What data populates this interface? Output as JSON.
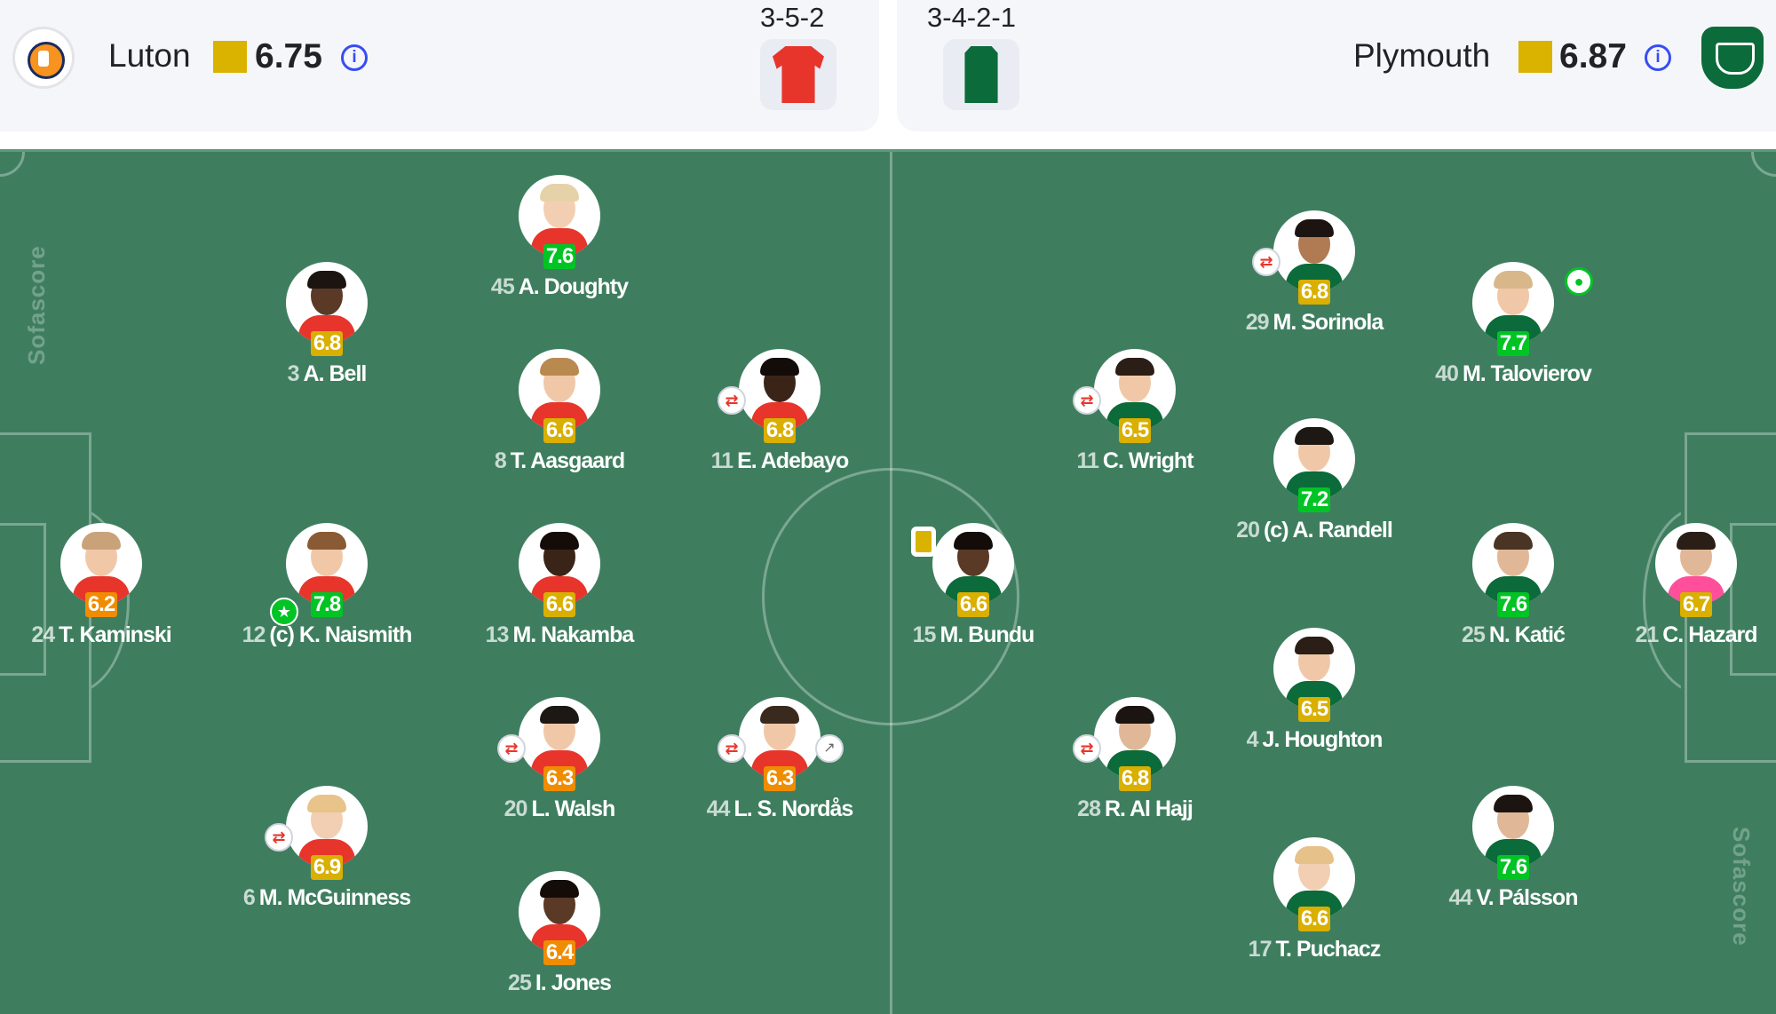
{
  "home": {
    "name": "Luton",
    "rating": "6.75",
    "formation": "3-5-2",
    "rating_color": "#d9b300",
    "kit_color": "#e8352c"
  },
  "away": {
    "name": "Plymouth",
    "rating": "6.87",
    "formation": "3-4-2-1",
    "rating_color": "#d9b300",
    "kit_color": "#0b6b3a"
  },
  "info_icon_glyph": "i",
  "watermark": "Sofascore",
  "colors": {
    "pitch": "#3e7e5f",
    "rating_green": "#00c424",
    "rating_yellow": "#d9af00",
    "rating_orange": "#f08c00"
  },
  "players": [
    {
      "team": "home",
      "number": "24",
      "name": "T. Kaminski",
      "rating": "6.2",
      "band": "orange"
    },
    {
      "team": "home",
      "number": "3",
      "name": "A. Bell",
      "rating": "6.8",
      "band": "yellow"
    },
    {
      "team": "home",
      "number": "12",
      "name": "(c) K. Naismith",
      "rating": "7.8",
      "band": "green",
      "badge": "player-of-match"
    },
    {
      "team": "home",
      "number": "6",
      "name": "M. McGuinness",
      "rating": "6.9",
      "band": "yellow",
      "badge": "substituted"
    },
    {
      "team": "home",
      "number": "45",
      "name": "A. Doughty",
      "rating": "7.6",
      "band": "green"
    },
    {
      "team": "home",
      "number": "8",
      "name": "T. Aasgaard",
      "rating": "6.6",
      "band": "yellow"
    },
    {
      "team": "home",
      "number": "13",
      "name": "M. Nakamba",
      "rating": "6.6",
      "band": "yellow"
    },
    {
      "team": "home",
      "number": "20",
      "name": "L. Walsh",
      "rating": "6.3",
      "band": "orange",
      "badge": "substituted"
    },
    {
      "team": "home",
      "number": "25",
      "name": "I. Jones",
      "rating": "6.4",
      "band": "orange"
    },
    {
      "team": "home",
      "number": "11",
      "name": "E. Adebayo",
      "rating": "6.8",
      "band": "yellow",
      "badge": "substituted"
    },
    {
      "team": "home",
      "number": "44",
      "name": "L. S. Nordås",
      "rating": "6.3",
      "band": "orange",
      "badge": "substituted",
      "badge2": "assist"
    },
    {
      "team": "away",
      "number": "15",
      "name": "M. Bundu",
      "rating": "6.6",
      "band": "yellow",
      "badge": "yellow-card"
    },
    {
      "team": "away",
      "number": "11",
      "name": "C. Wright",
      "rating": "6.5",
      "band": "yellow",
      "badge": "substituted"
    },
    {
      "team": "away",
      "number": "28",
      "name": "R. Al Hajj",
      "rating": "6.8",
      "band": "yellow",
      "badge": "substituted"
    },
    {
      "team": "away",
      "number": "29",
      "name": "M. Sorinola",
      "rating": "6.8",
      "band": "yellow",
      "badge": "substituted"
    },
    {
      "team": "away",
      "number": "20",
      "name": "(c) A. Randell",
      "rating": "7.2",
      "band": "green"
    },
    {
      "team": "away",
      "number": "4",
      "name": "J. Houghton",
      "rating": "6.5",
      "band": "yellow"
    },
    {
      "team": "away",
      "number": "17",
      "name": "T. Puchacz",
      "rating": "6.6",
      "band": "yellow"
    },
    {
      "team": "away",
      "number": "40",
      "name": "M. Talovierov",
      "rating": "7.7",
      "band": "green",
      "badge": "goal"
    },
    {
      "team": "away",
      "number": "25",
      "name": "N. Katić",
      "rating": "7.6",
      "band": "green"
    },
    {
      "team": "away",
      "number": "44",
      "name": "V. Pálsson",
      "rating": "7.6",
      "band": "green"
    },
    {
      "team": "away",
      "number": "21",
      "name": "C. Hazard",
      "rating": "6.7",
      "band": "yellow"
    }
  ]
}
